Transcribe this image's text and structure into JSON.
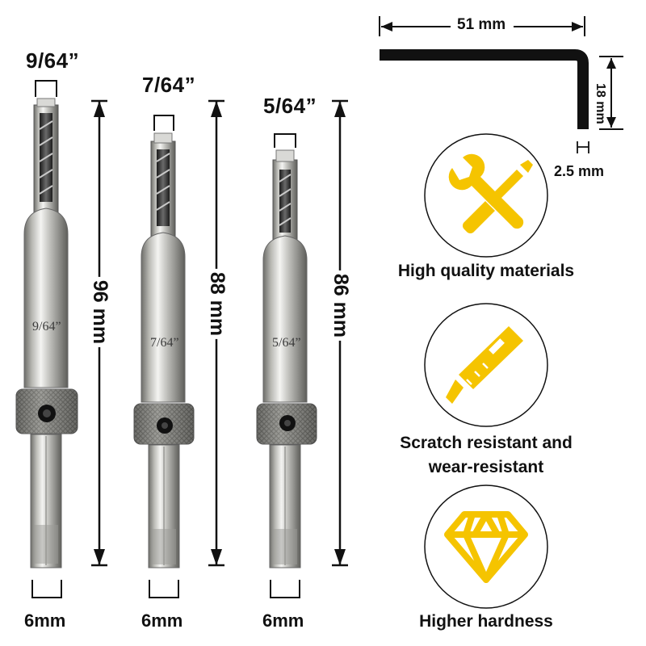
{
  "bits": [
    {
      "size": "9/64”",
      "engraving": "9/64”",
      "length": "96 mm",
      "shank": "6mm"
    },
    {
      "size": "7/64”",
      "engraving": "7/64”",
      "length": "88 mm",
      "shank": "6mm"
    },
    {
      "size": "5/64”",
      "engraving": "5/64”",
      "length": "86 mm",
      "shank": "6mm"
    }
  ],
  "hex_key": {
    "length": "51 mm",
    "height": "18 mm",
    "size": "2.5 mm"
  },
  "features": [
    {
      "icon": "tools-icon",
      "line1": "High quality materials",
      "line2": ""
    },
    {
      "icon": "utility-knife-icon",
      "line1": "Scratch resistant and",
      "line2": "wear-resistant"
    },
    {
      "icon": "diamond-icon",
      "line1": "Higher hardness",
      "line2": ""
    }
  ],
  "colors": {
    "accent": "#F5C400",
    "steel": "#B8B8B4",
    "text": "#111111"
  }
}
